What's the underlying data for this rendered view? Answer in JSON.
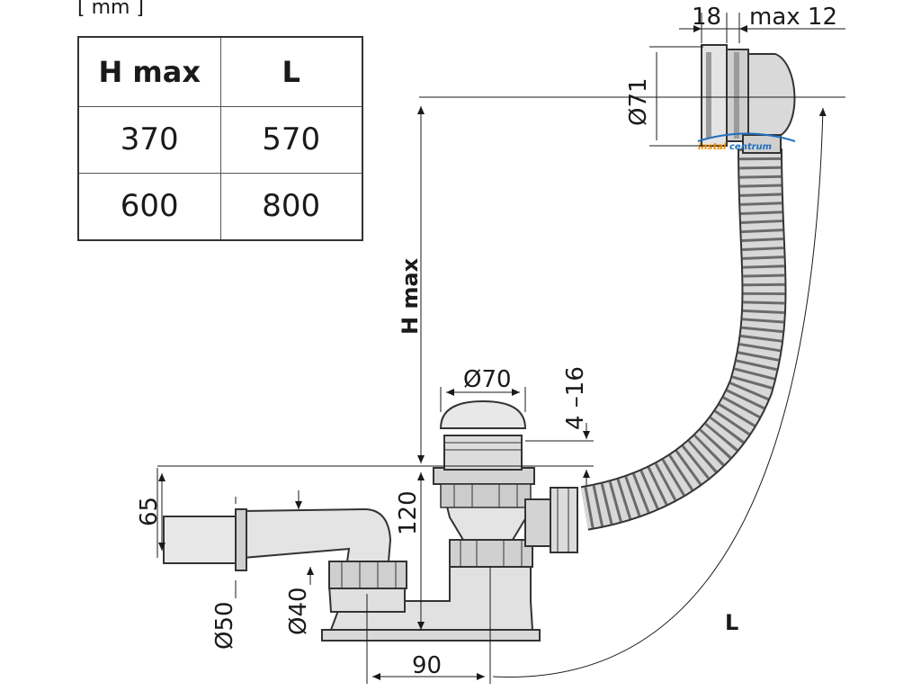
{
  "units": "[ mm ]",
  "table": {
    "headers": [
      "H max",
      "L"
    ],
    "rows": [
      [
        "370",
        "570"
      ],
      [
        "600",
        "800"
      ]
    ]
  },
  "dimensions": {
    "gap": "18",
    "max_thickness": "max 12",
    "overflow_diameter": "Ø71",
    "height_label": "H max",
    "waste_diameter": "Ø70",
    "waste_thickness": "4 –16",
    "body_height": "120",
    "outlet_height": "65",
    "outlet_diameter_50": "Ø50",
    "outlet_diameter_40": "Ø40",
    "horizontal_offset": "90",
    "length_label": "L"
  },
  "logo": {
    "part1": "instal",
    "part2": "centrum"
  },
  "colors": {
    "line": "#1a1a1a",
    "fill": "#d9d9d9",
    "fill_dark": "#b3b3b3",
    "logo_orange": "#f08a00",
    "logo_blue": "#1f6fbf"
  }
}
